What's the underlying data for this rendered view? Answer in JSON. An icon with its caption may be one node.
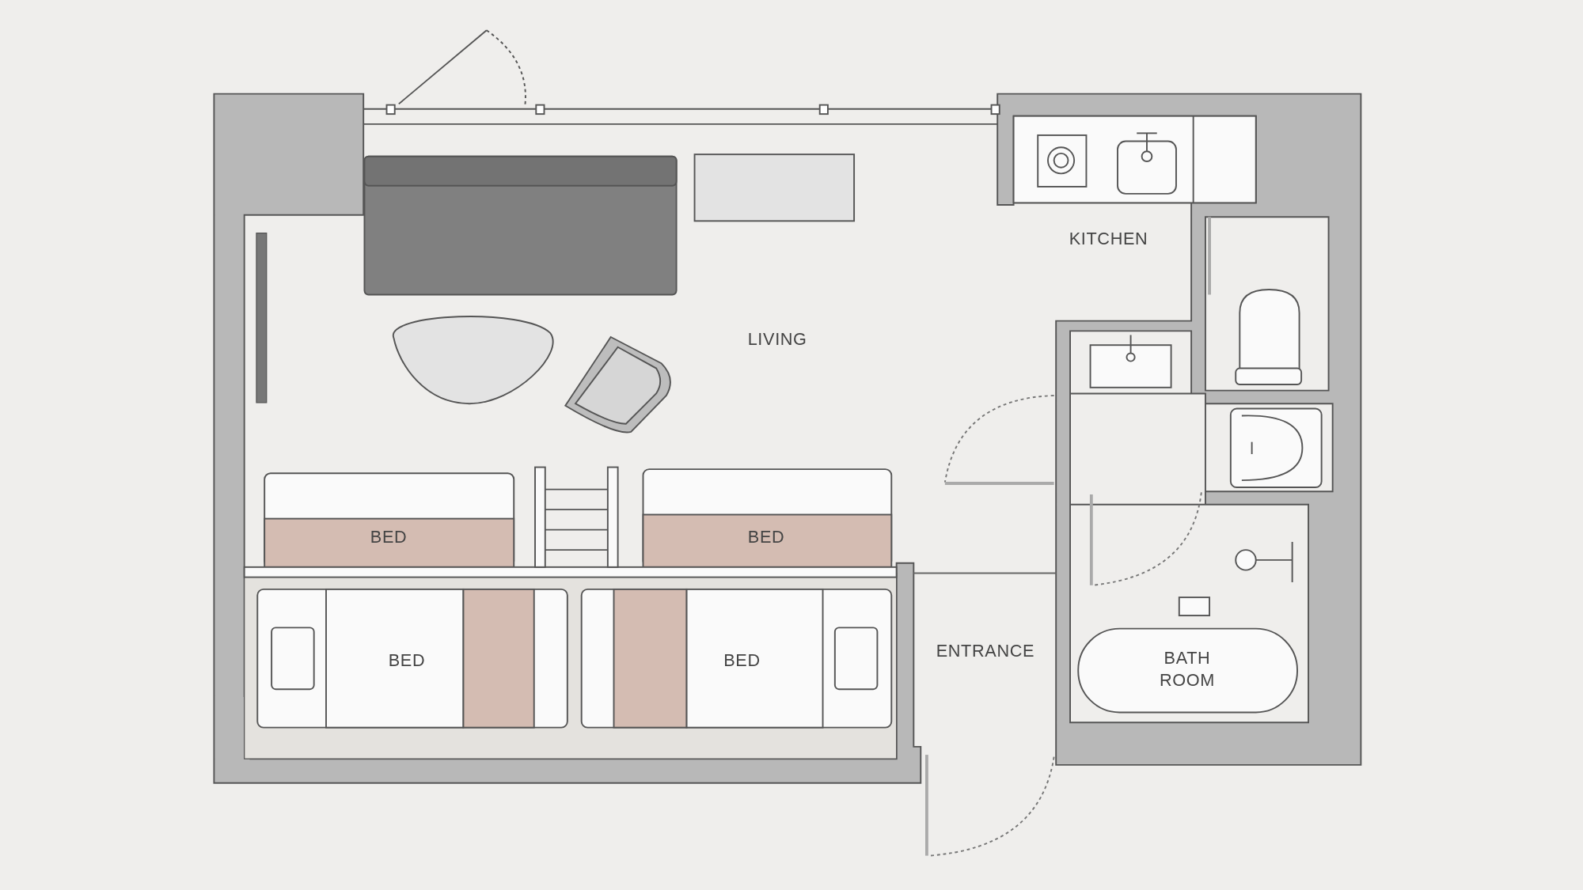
{
  "diagram": {
    "labels": [
      "KITCHEN",
      "LIVING",
      "BED",
      "BED",
      "BED",
      "BED",
      "ENTRANCE",
      "BATH ROOM"
    ]
  }
}
